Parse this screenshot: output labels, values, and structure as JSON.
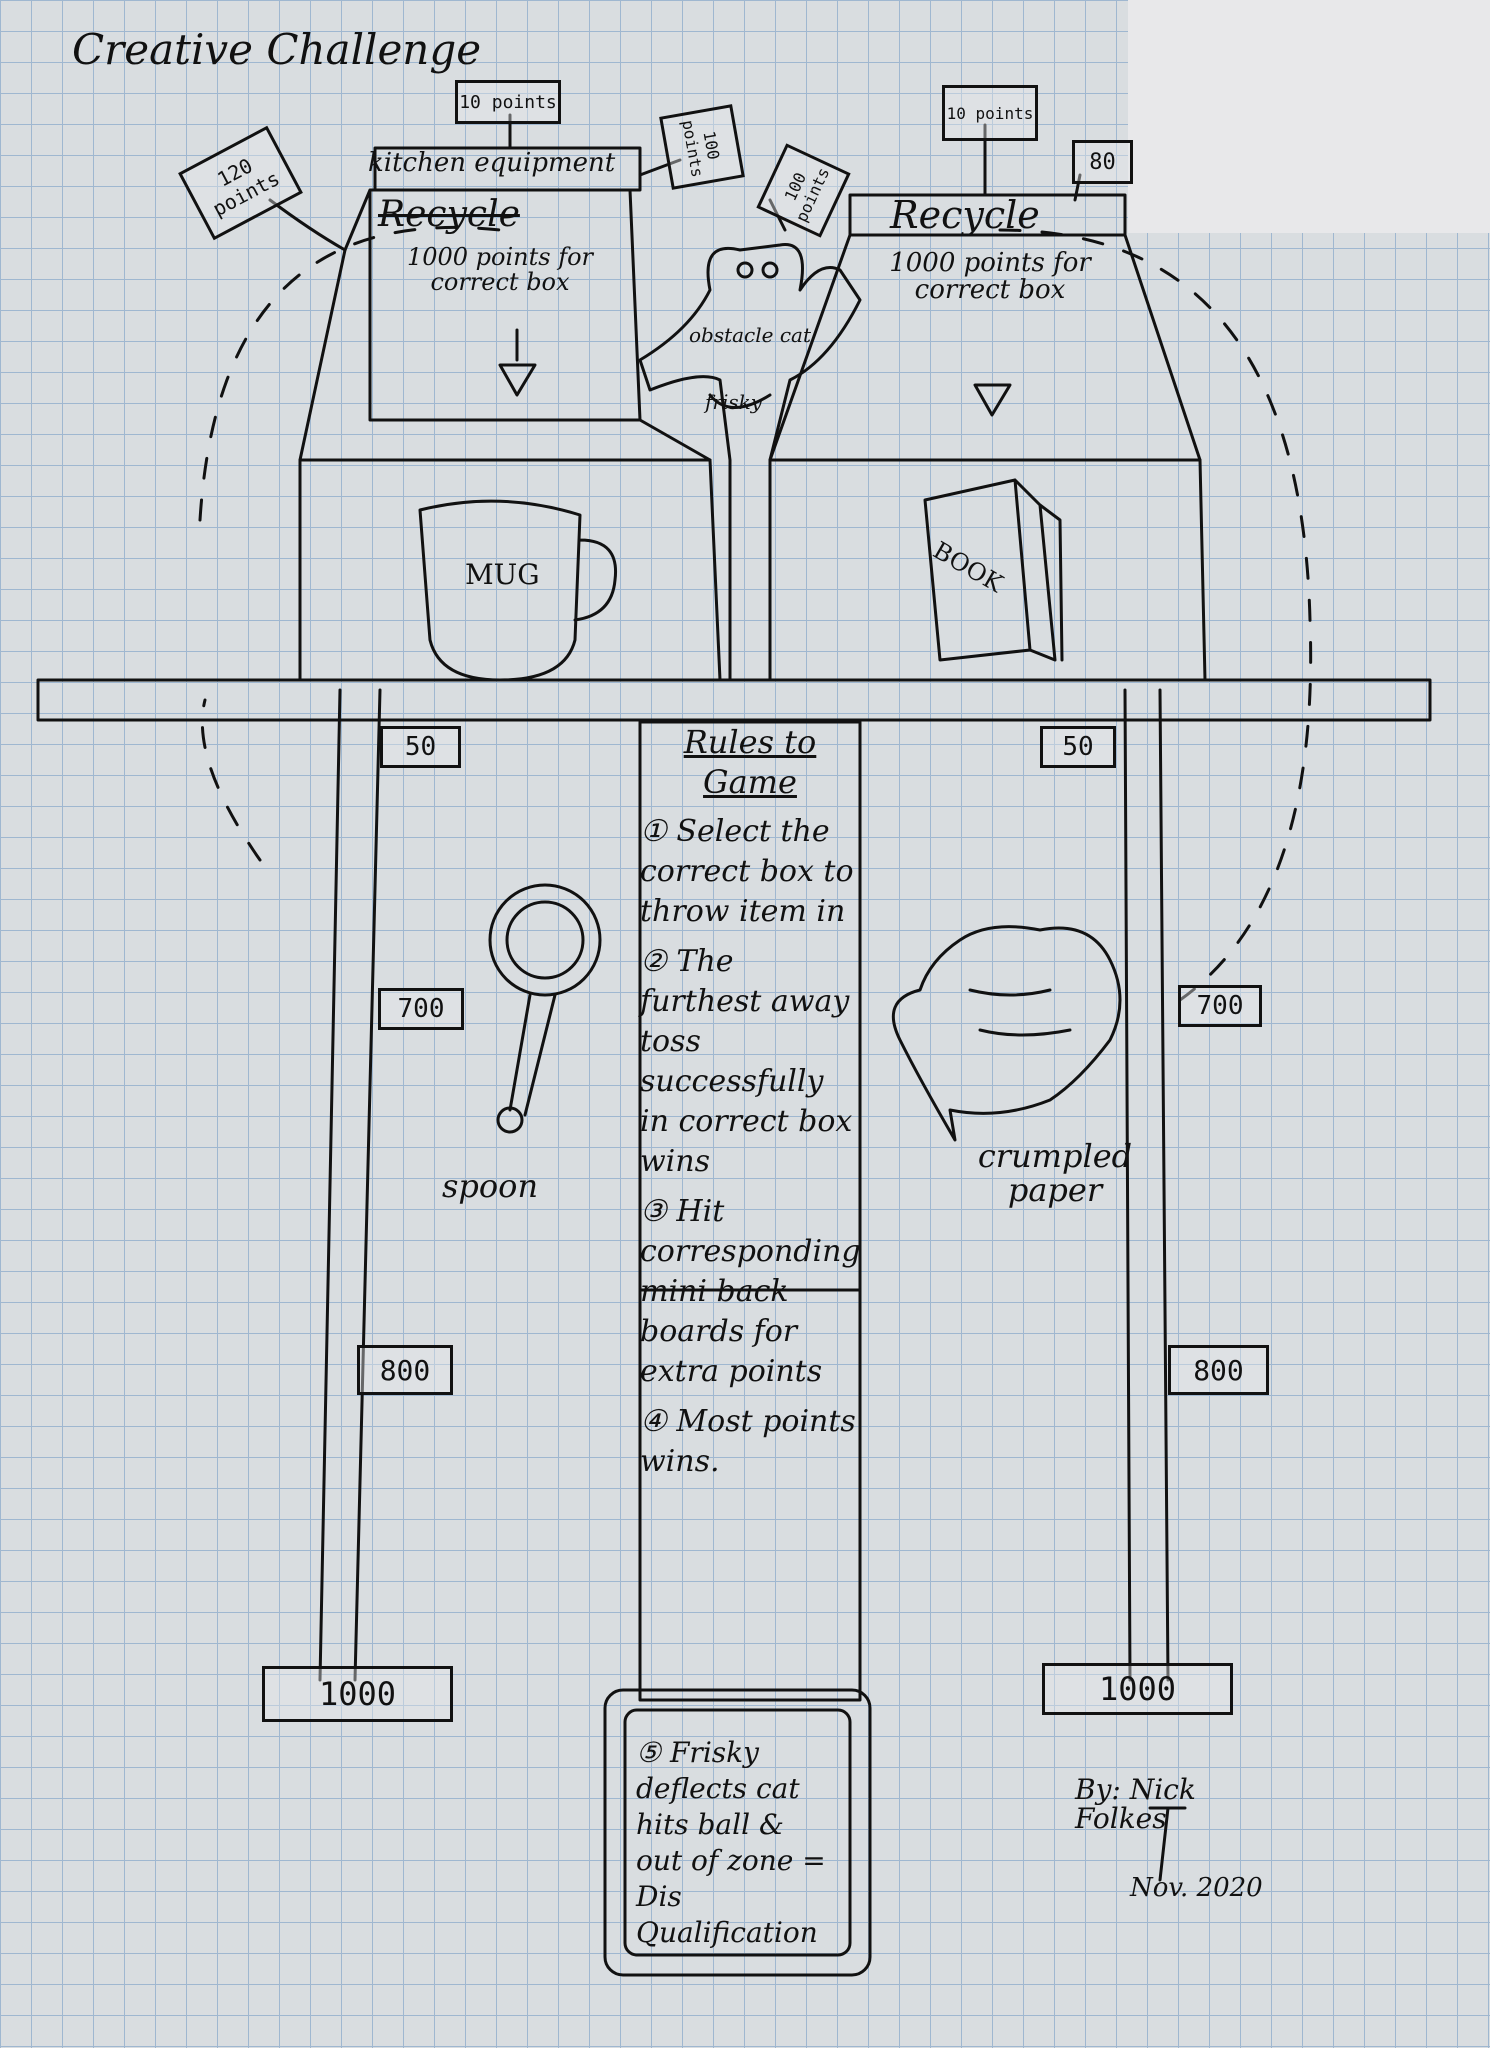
{
  "title": "Creative Challenge",
  "signs": {
    "top_left": "120 points",
    "top_center": "10 points",
    "center_right": "100 points",
    "center_left": "100 points",
    "right_top": "10 points",
    "right_small": "80"
  },
  "bins": {
    "left": {
      "header": "kitchen equipment",
      "label": "Recycle",
      "note": "1000 points for correct box",
      "item": "MUG"
    },
    "right": {
      "label": "Recycle",
      "note": "1000 points for correct box",
      "item": "BOOK"
    }
  },
  "obstacle": {
    "label": "obstacle cat",
    "name": "frisky"
  },
  "lane_scores": {
    "left": [
      "50",
      "700",
      "800",
      "1000"
    ],
    "right": [
      "50",
      "700",
      "800",
      "1000"
    ]
  },
  "items": {
    "left": "spoon",
    "right": "crumpled paper"
  },
  "rules": {
    "title": "Rules to Game",
    "list": [
      "① Select the correct box to throw item in",
      "② The furthest away toss successfully in correct box wins",
      "③ Hit corresponding mini back boards for extra points",
      "④ Most points wins."
    ],
    "final": "⑤ Frisky deflects cat hits ball & out of zone = Dis Qualification"
  },
  "signature": {
    "by": "By: Nick Folkes",
    "date": "Nov. 2020"
  }
}
